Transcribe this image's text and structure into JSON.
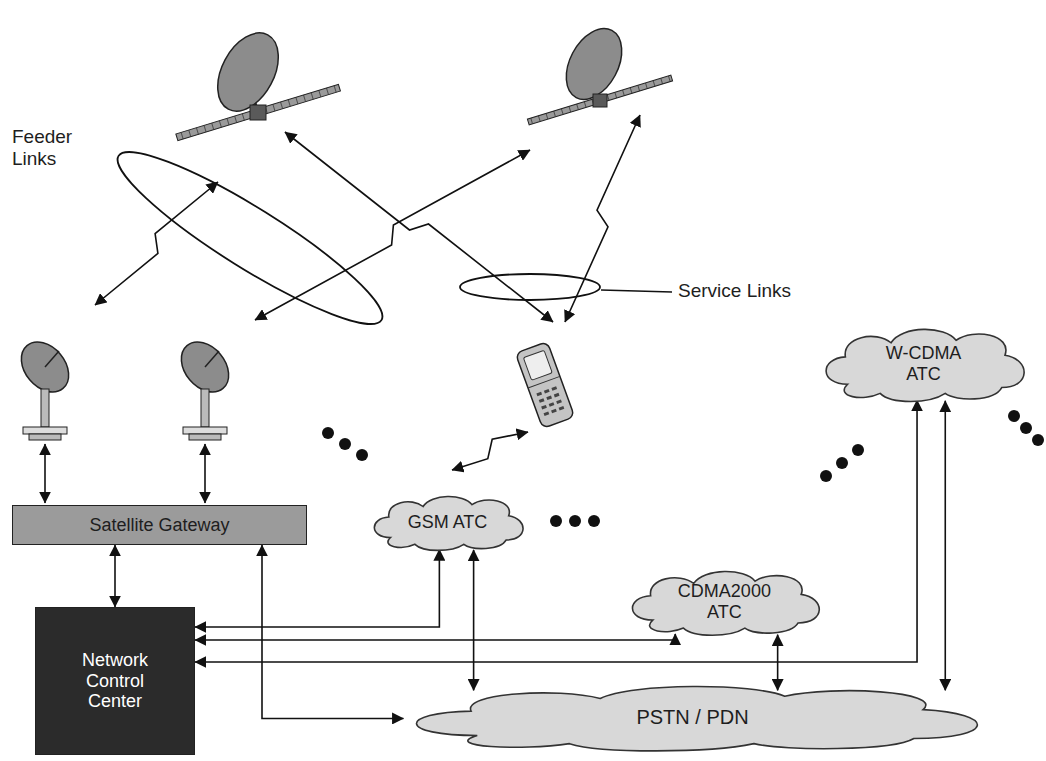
{
  "diagram": {
    "nodes": [
      {
        "text": [
          "Satellite Gateway"
        ]
      },
      {
        "text": [
          "Network Control Center"
        ]
      },
      {
        "text": [
          "GSM ATC"
        ]
      },
      {
        "text": [
          "CDMA2000 ATC"
        ]
      },
      {
        "text": [
          "W-CDMA ATC"
        ]
      },
      {
        "text": [
          "PSTN / PDN"
        ]
      }
    ],
    "edges": [
      {
        "from": 0,
        "to": 1,
        "arrow": "both"
      },
      {
        "from": 1,
        "to": 2,
        "arrow": "both"
      },
      {
        "from": 1,
        "to": 3,
        "arrow": "both"
      },
      {
        "from": 1,
        "to": 4,
        "arrow": "both"
      },
      {
        "from": 0,
        "to": 5,
        "arrow": "both"
      },
      {
        "from": 2,
        "to": 5,
        "arrow": "both"
      },
      {
        "from": 3,
        "to": 5,
        "arrow": "both"
      },
      {
        "from": 4,
        "to": 5,
        "arrow": "both"
      }
    ],
    "labels": [
      "Feeder Links",
      "Service Links"
    ]
  }
}
